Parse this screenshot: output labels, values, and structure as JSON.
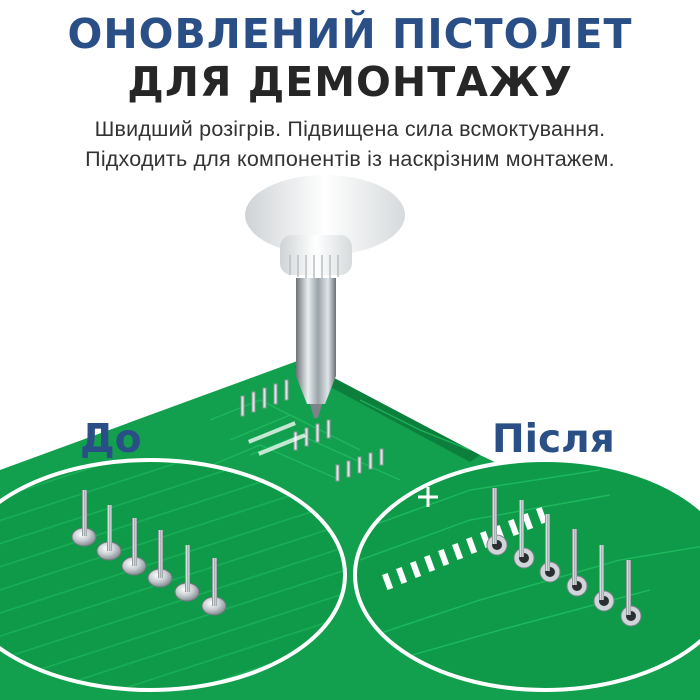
{
  "header": {
    "title_line1": "ОНОВЛЕНИЙ ПІСТОЛЕТ",
    "title_line2": "ДЛЯ ДЕМОНТАЖУ",
    "subtitle_line1": "Швидший розігрів. Підвищена сила всмоктування.",
    "subtitle_line2": "Підходить для компонентів із наскрізним монтажем."
  },
  "comparison": {
    "before_label": "До",
    "after_label": "Після"
  },
  "colors": {
    "title_blue": "#2a4f86",
    "title_dark": "#262626",
    "pcb_green": "#0f9a4a",
    "trace_green": "#17b358"
  }
}
